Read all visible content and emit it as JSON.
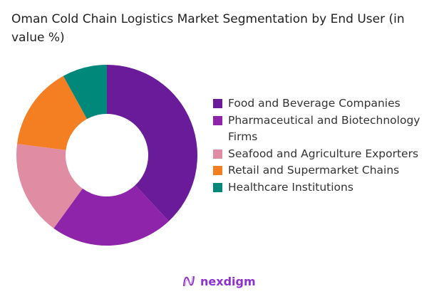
{
  "chart_data": {
    "type": "pie",
    "donut": true,
    "title": "Oman Cold Chain Logistics Market Segmentation by End User (in value %)",
    "categories": [
      "Food and Beverage Companies",
      "Pharmaceutical and Biotechnology Firms",
      "Seafood and Agriculture Exporters",
      "Retail and Supermarket Chains",
      "Healthcare Institutions"
    ],
    "values": [
      38,
      22,
      17,
      15,
      8
    ],
    "colors": [
      "#6a1b9a",
      "#8e24aa",
      "#e08ca3",
      "#f47f22",
      "#00897b"
    ],
    "legend_position": "right"
  },
  "branding": {
    "logo_text": "nexdigm"
  }
}
